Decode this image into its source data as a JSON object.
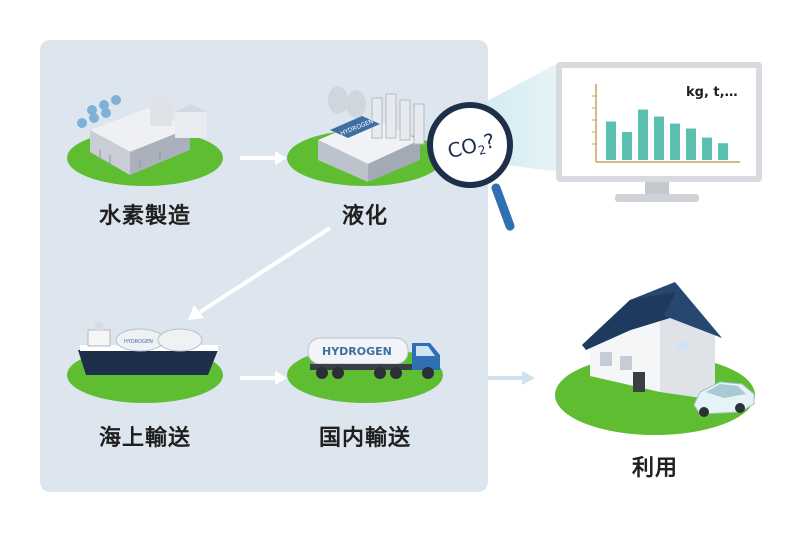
{
  "steps": {
    "production": "水素製造",
    "liquefaction": "液化",
    "marine": "海上輸送",
    "domestic": "国内輸送",
    "use": "利用"
  },
  "co2_bubble": {
    "co": "CO",
    "sub": "2",
    "q": "?"
  },
  "monitor": {
    "unit_text": "kg, t,…",
    "bar_color": "#5bbfb0",
    "bars": [
      0.55,
      0.4,
      0.72,
      0.62,
      0.52,
      0.45,
      0.32,
      0.24
    ]
  },
  "tank_text": "HYDROGEN",
  "ship_text": "HYDROGEN",
  "building_text": "HYDROGEN",
  "colors": {
    "panel": "#dde6ee",
    "grass": "#5fbd32",
    "arrow": "#ffffff",
    "roof": "#1e3a5f"
  }
}
